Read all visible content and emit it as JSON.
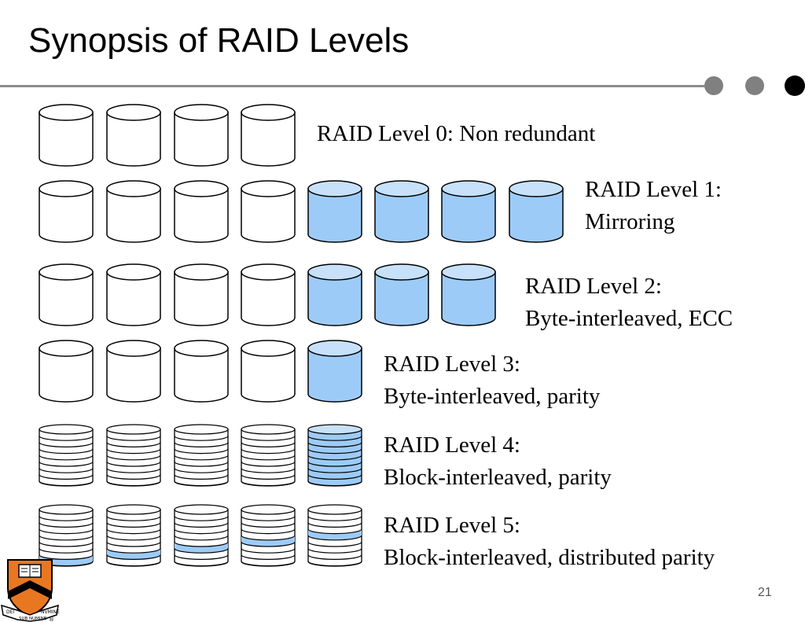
{
  "slide": {
    "title": "Synopsis of RAID Levels",
    "page_number": "21"
  },
  "colors": {
    "disk_fill": "#ffffff",
    "data_fill": "#9dcbf7",
    "data_top": "#c7e1fb",
    "rule": "#8c8c8c",
    "dot_gray": "#808080",
    "dot_black": "#000000"
  },
  "levels": [
    {
      "line1": "RAID Level 0: Non redundant",
      "line2": "",
      "disk_type": "cylinder",
      "data_disks": 4,
      "extra_disks": 0
    },
    {
      "line1": "RAID Level 1:",
      "line2": "Mirroring",
      "disk_type": "cylinder",
      "data_disks": 4,
      "extra_disks": 4
    },
    {
      "line1": "RAID Level 2:",
      "line2": "Byte-interleaved, ECC",
      "disk_type": "cylinder",
      "data_disks": 4,
      "extra_disks": 3
    },
    {
      "line1": "RAID Level 3:",
      "line2": "Byte-interleaved, parity",
      "disk_type": "cylinder",
      "data_disks": 4,
      "extra_disks": 1
    },
    {
      "line1": "RAID Level 4:",
      "line2": "Block-interleaved, parity",
      "disk_type": "stacked",
      "data_disks": 4,
      "extra_disks": 1
    },
    {
      "line1": "RAID Level 5:",
      "line2": "Block-interleaved, distributed parity",
      "disk_type": "stacked",
      "data_disks": 5,
      "extra_disks": 0,
      "parity_stripe_per_disk": [
        7,
        6,
        5,
        4,
        3
      ]
    }
  ],
  "logo": {
    "banner_left": "DEI",
    "banner_right": "NVMINE",
    "banner_bottom": "SUB NUMINE",
    "registered": "®"
  }
}
